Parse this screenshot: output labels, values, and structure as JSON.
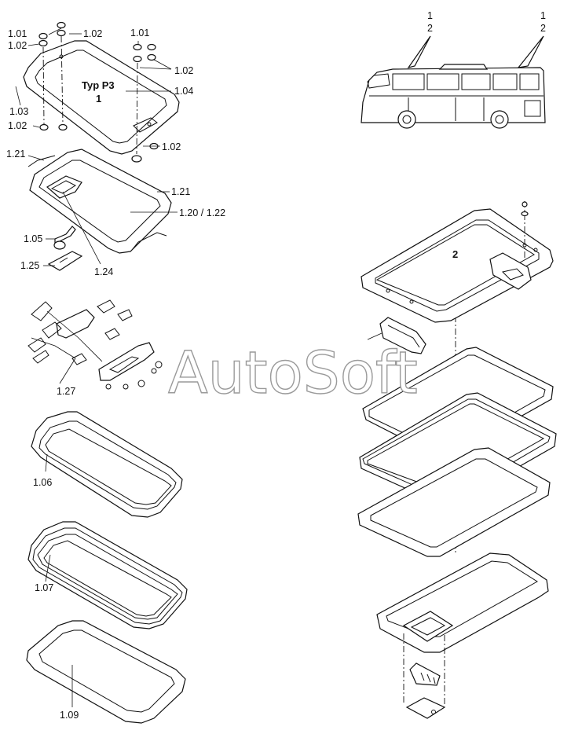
{
  "watermark": "AutoSoft",
  "bus_labels": {
    "top_left": "1",
    "bottom_left": "2",
    "top_right": "1",
    "bottom_right": "2"
  },
  "assembly1": {
    "type": "Typ P3",
    "number": "1"
  },
  "assembly2": {
    "number": "2"
  },
  "part_labels": {
    "p101a": "1.01",
    "p102a": "1.02",
    "p102b": "1.02",
    "p101b": "1.01",
    "p102c": "1.02",
    "p104": "1.04",
    "p103": "1.03",
    "p102d": "1.02",
    "p102e": "1.02",
    "p121a": "1.21",
    "p121b": "1.21",
    "p120": "1.20 / 1.22",
    "p105": "1.05",
    "p125": "1.25",
    "p124": "1.24",
    "p127": "1.27",
    "p106": "1.06",
    "p107": "1.07",
    "p109": "1.09"
  }
}
